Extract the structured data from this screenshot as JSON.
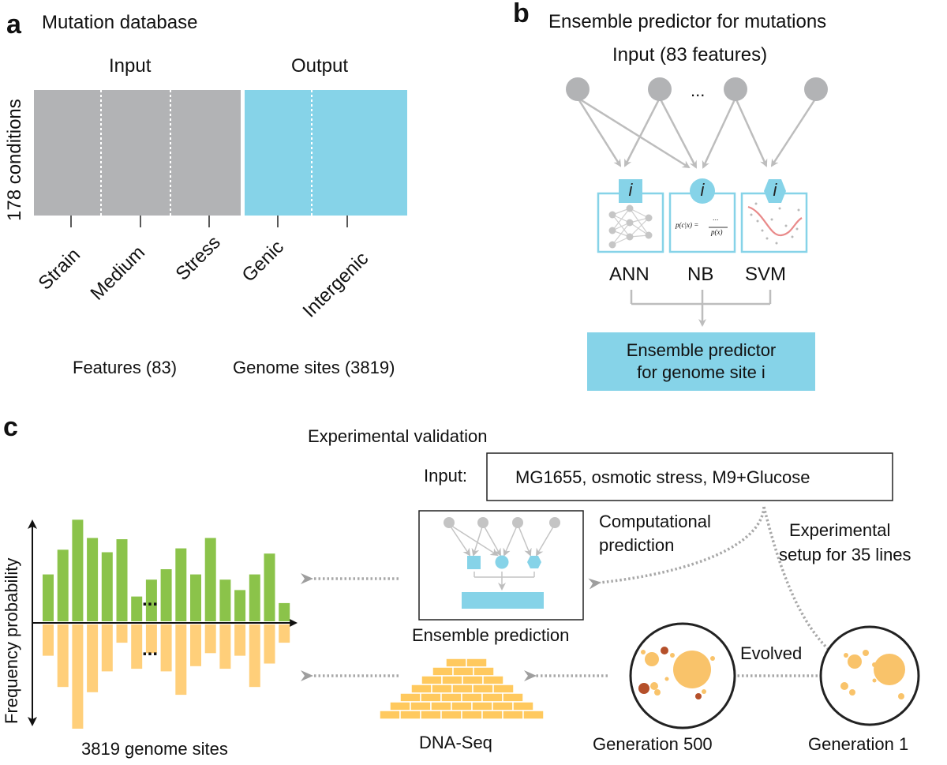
{
  "panel_a": {
    "letter": "a",
    "title": "Mutation database",
    "input_label": "Input",
    "output_label": "Output",
    "row_label": "178 conditions",
    "columns": [
      "Strain",
      "Medium",
      "Stress",
      "Genic",
      "Intergenic"
    ],
    "features_label": "Features (83)",
    "sites_label": "Genome sites (3819)",
    "colors": {
      "input": "#b2b3b5",
      "output": "#86d3e8"
    }
  },
  "panel_b": {
    "letter": "b",
    "title": "Ensemble predictor for mutations",
    "input_label": "Input (83 features)",
    "ellipsis": "...",
    "node_index": "i",
    "models": [
      "ANN",
      "NB",
      "SVM"
    ],
    "nb_formula_lhs": "p(c|x) =",
    "nb_formula_num": "...",
    "nb_formula_den": "p(x)",
    "ensemble_line1": "Ensemble predictor",
    "ensemble_line2": "for genome site i",
    "colors": {
      "node": "#b2b3b5",
      "accent": "#86d3e8"
    }
  },
  "panel_c": {
    "letter": "c",
    "title": "Experimental validation",
    "input_prefix": "Input:",
    "input_value": "MG1655, osmotic stress, M9+Glucose",
    "comp_pred_line1": "Computational",
    "comp_pred_line2": "prediction",
    "exp_setup_line1": "Experimental",
    "exp_setup_line2": "setup for 35 lines",
    "ensemble_prediction_label": "Ensemble prediction",
    "evolved_label": "Evolved",
    "gen500_label": "Generation 500",
    "gen1_label": "Generation 1",
    "dnaseq_label": "DNA-Seq",
    "y_axis_label": "Frequency probability",
    "x_axis_label": "3819 genome sites",
    "ellipsis": "...",
    "colors": {
      "predicted": "#8bc34a",
      "observed": "#ffcf7a",
      "brick": "#ffc95e",
      "colony": "#f9c36a",
      "dark_colony": "#b5502a"
    }
  },
  "chart_data": {
    "type": "bar",
    "series": [
      {
        "values": [
          0.36,
          0.55,
          0.78,
          0.64,
          0.53,
          0.63,
          0.19,
          0.32,
          0.4,
          0.56,
          0.36,
          0.64,
          0.32,
          0.24,
          0.36,
          0.52,
          0.14
        ]
      },
      {
        "values": [
          0.24,
          0.48,
          0.8,
          0.52,
          0.36,
          0.14,
          0.34,
          0.22,
          0.36,
          0.54,
          0.32,
          0.22,
          0.34,
          0.24,
          0.48,
          0.3,
          0.14
        ]
      }
    ]
  }
}
